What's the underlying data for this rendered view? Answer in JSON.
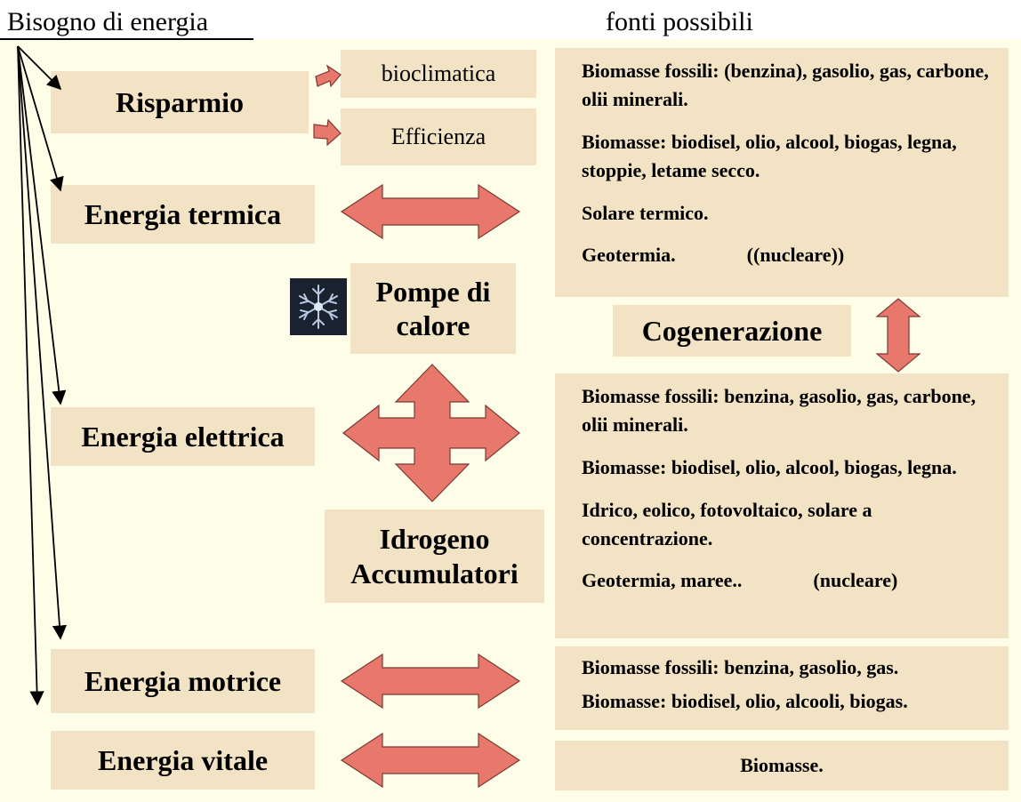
{
  "header": {
    "left_title": "Bisogno di energia",
    "right_title": "fonti possibili"
  },
  "needs": {
    "risparmio": "Risparmio",
    "termica": "Energia termica",
    "elettrica": "Energia elettrica",
    "motrice": "Energia motrice",
    "vitale": "Energia vitale"
  },
  "risparmio_options": {
    "bioclimatica": "bioclimatica",
    "efficienza": "Efficienza"
  },
  "middle": {
    "pompe_line1": "Pompe di",
    "pompe_line2": "calore",
    "idrogeno_line1": "Idrogeno",
    "idrogeno_line2": "Accumulatori",
    "cogenerazione": "Cogenerazione"
  },
  "sources_termica": {
    "fossili": "Biomasse fossili: (benzina), gasolio, gas, carbone, olii minerali.",
    "biomasse": "Biomasse: biodisel, olio, alcool, biogas, legna, stoppie, letame secco.",
    "solare": "Solare termico.",
    "geotermia": "Geotermia.",
    "nucleare": "((nucleare))"
  },
  "sources_elettrica": {
    "fossili": "Biomasse fossili: benzina, gasolio, gas, carbone, olii minerali.",
    "biomasse": "Biomasse: biodisel, olio, alcool, biogas, legna.",
    "rinnovabili": "Idrico, eolico, fotovoltaico, solare a concentrazione.",
    "geotermia": "Geotermia,  maree..",
    "nucleare": "(nucleare)"
  },
  "sources_motrice": {
    "fossili": "Biomasse fossili: benzina, gasolio, gas.",
    "biomasse": "Biomasse: biodisel, olio, alcooli, biogas."
  },
  "sources_vitale": {
    "biomasse": "Biomasse."
  },
  "colors": {
    "background": "#fdfde8",
    "box": "#f3e3c5",
    "arrow_fill": "#e8776c",
    "arrow_stroke": "#7a3a34"
  }
}
